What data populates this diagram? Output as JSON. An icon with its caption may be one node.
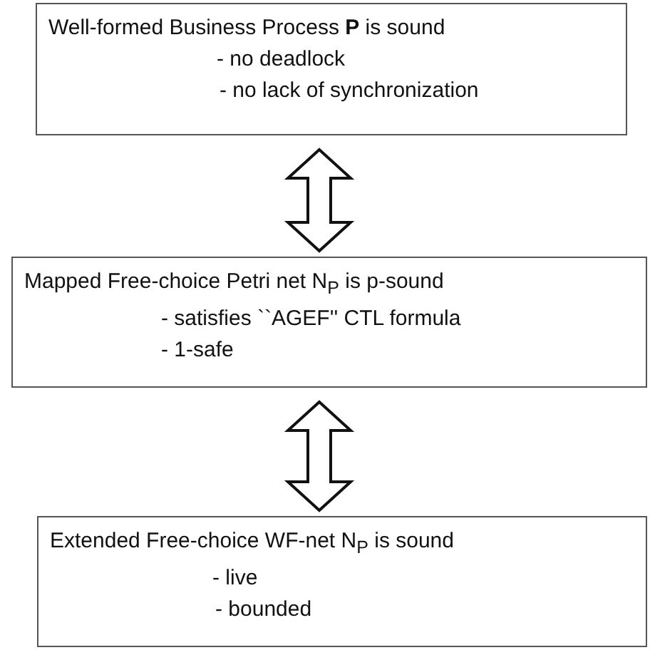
{
  "diagram": {
    "nodes": [
      {
        "text": [
          "Well-formed Business Process **P** is sound",
          "- no deadlock",
          "- no lack of synchronization"
        ]
      },
      {
        "text": [
          "Mapped Free-choice Petri net N$_{P}$ is p-sound",
          "- satisfies ``AGEF'' CTL formula",
          "- 1-safe"
        ]
      },
      {
        "text": [
          "Extended Free-choice WF-net N$_{P}$ is sound",
          "- live",
          "- bounded"
        ]
      }
    ],
    "edges": [
      {
        "from": 0,
        "to": 1,
        "arrow": "both"
      },
      {
        "from": 1,
        "to": 2,
        "arrow": "both"
      }
    ]
  }
}
